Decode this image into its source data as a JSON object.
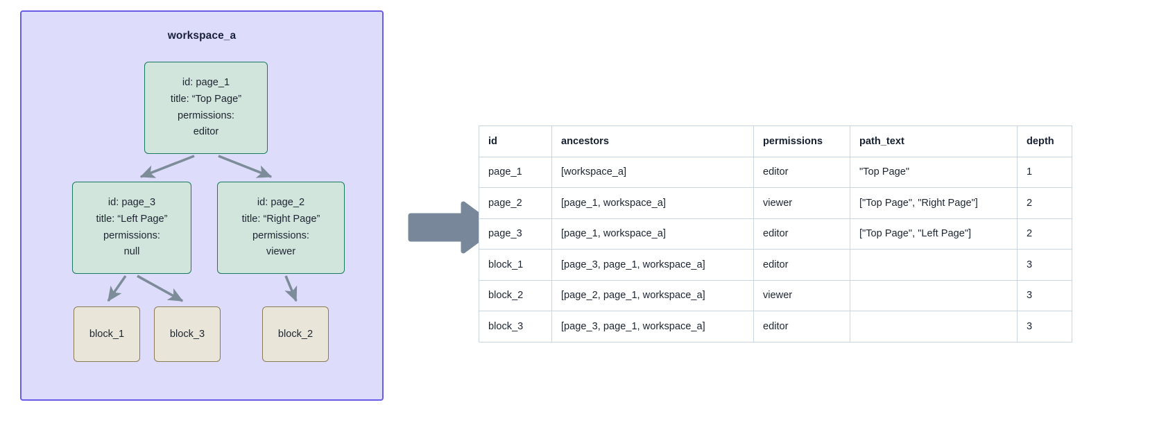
{
  "workspace": {
    "title": "workspace_a",
    "container_fill": "#dedcfb",
    "container_border": "#6a5ae8",
    "page_node_fill": "#d2e5dc",
    "page_node_border": "#15795c",
    "block_node_fill": "#e9e5d9",
    "block_node_border": "#8a7a55",
    "edge_color": "#7d8c99",
    "nodes": [
      {
        "key": "page_1",
        "id_line": "id: page_1",
        "title_line": "title: “Top Page”",
        "permissions_label": "permissions:",
        "permissions_value": "editor"
      },
      {
        "key": "page_3",
        "id_line": "id: page_3",
        "title_line": "title: “Left Page”",
        "permissions_label": "permissions:",
        "permissions_value": "null"
      },
      {
        "key": "page_2",
        "id_line": "id: page_2",
        "title_line": "title: “Right Page”",
        "permissions_label": "permissions:",
        "permissions_value": "viewer"
      },
      {
        "key": "block_1",
        "label": "block_1"
      },
      {
        "key": "block_3",
        "label": "block_3"
      },
      {
        "key": "block_2",
        "label": "block_2"
      }
    ],
    "edges": [
      {
        "from": "page_1",
        "to": "page_3"
      },
      {
        "from": "page_1",
        "to": "page_2"
      },
      {
        "from": "page_3",
        "to": "block_1"
      },
      {
        "from": "page_3",
        "to": "block_3"
      },
      {
        "from": "page_2",
        "to": "block_2"
      }
    ]
  },
  "flow_arrow": {
    "name": "transform-arrow",
    "color": "#78889a",
    "direction": "right"
  },
  "table": {
    "columns": [
      "id",
      "ancestors",
      "permissions",
      "path_text",
      "depth"
    ],
    "border_color": "#c9d6e2",
    "rows": [
      {
        "id": "page_1",
        "ancestors": "[workspace_a]",
        "permissions": "editor",
        "path_text": "\"Top Page\"",
        "depth": "1"
      },
      {
        "id": "page_2",
        "ancestors": "[page_1, workspace_a]",
        "permissions": "viewer",
        "path_text": "[\"Top Page\", \"Right Page\"]",
        "depth": "2"
      },
      {
        "id": "page_3",
        "ancestors": "[page_1, workspace_a]",
        "permissions": "editor",
        "path_text": "[\"Top Page\", \"Left Page\"]",
        "depth": "2"
      },
      {
        "id": "block_1",
        "ancestors": "[page_3, page_1, workspace_a]",
        "permissions": "editor",
        "path_text": "",
        "depth": "3"
      },
      {
        "id": "block_2",
        "ancestors": "[page_2, page_1, workspace_a]",
        "permissions": "viewer",
        "path_text": "",
        "depth": "3"
      },
      {
        "id": "block_3",
        "ancestors": "[page_3, page_1, workspace_a]",
        "permissions": "editor",
        "path_text": "",
        "depth": "3"
      }
    ]
  }
}
